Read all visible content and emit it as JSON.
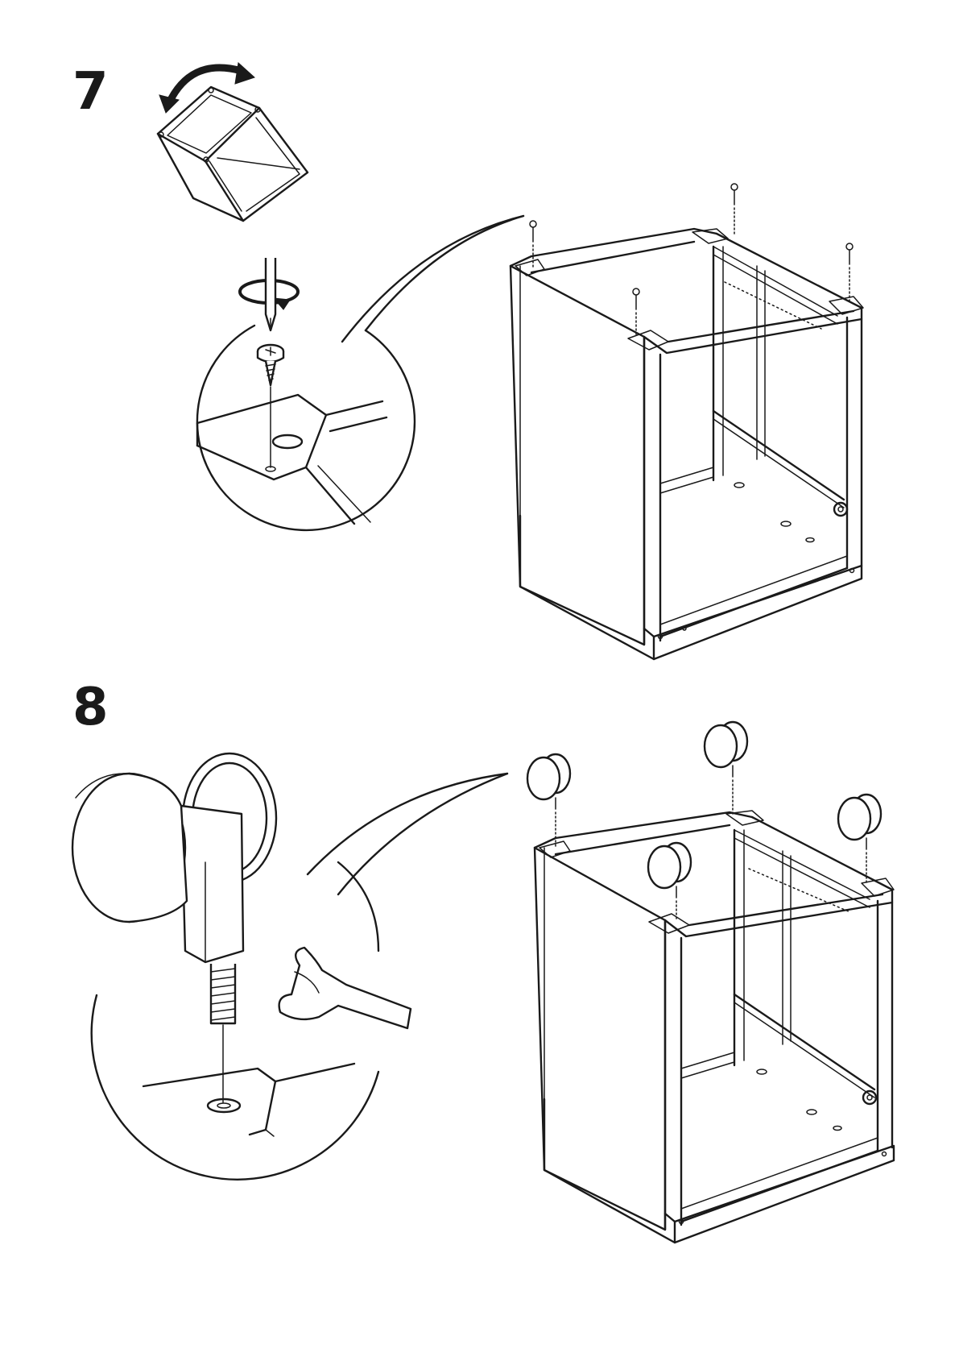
{
  "steps": [
    {
      "number": "7"
    },
    {
      "number": "8"
    }
  ],
  "icons": {
    "flip_arrow": "curved-rotate-arrow-icon",
    "screwdriver": "screwdriver-icon",
    "rotation": "clockwise-rotation-arrow-icon",
    "wrench": "wrench-icon",
    "caster": "caster-wheel-icon"
  },
  "colors": {
    "ink": "#1a1a1a",
    "paper": "#ffffff"
  },
  "counts": {
    "screws": 4,
    "casters": 4
  }
}
